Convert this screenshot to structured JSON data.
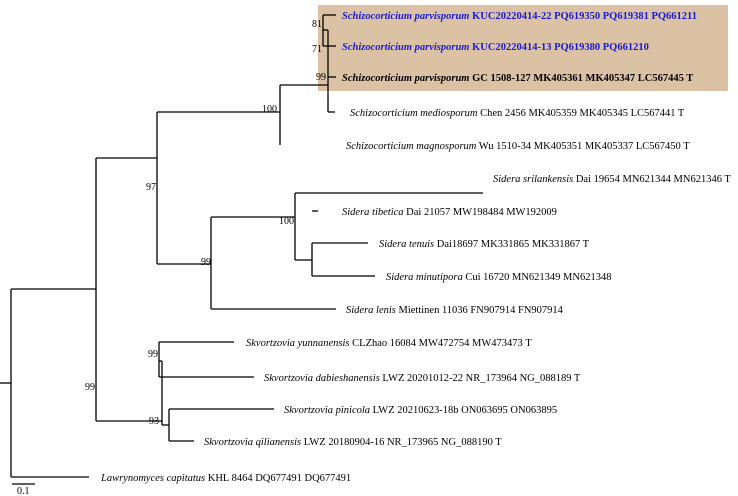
{
  "highlight_color": "#dcc2a4",
  "new_taxon_color": "#1a1ad6",
  "scale_bar": {
    "label": "0.1"
  },
  "taxa": [
    {
      "id": "t1",
      "species": "Schizocorticium parvisporum",
      "voucher": " KUC20220414-22 PQ619350 PQ619381 PQ661211",
      "style": "new"
    },
    {
      "id": "t2",
      "species": "Schizocorticium parvisporum",
      "voucher": " KUC20220414-13 PQ619380 PQ661210",
      "style": "new"
    },
    {
      "id": "t3",
      "species": "Schizocorticium parvisporum",
      "voucher": " GC 1508-127 MK405361 MK405347 LC567445 T",
      "style": "type"
    },
    {
      "id": "t4",
      "species": "Schizocorticium mediosporum",
      "voucher": " Chen 2456 MK405359 MK405345 LC567441 T",
      "style": "normal"
    },
    {
      "id": "t5",
      "species": "Schizocorticium magnosporum",
      "voucher": " Wu 1510-34 MK405351 MK405337 LC567450 T",
      "style": "normal"
    },
    {
      "id": "t6",
      "species": "Sidera srilankensis",
      "voucher": " Dai 19654 MN621344 MN621346 T",
      "style": "normal"
    },
    {
      "id": "t7",
      "species": "Sidera tibetica",
      "voucher": " Dai 21057 MW198484 MW192009",
      "style": "normal"
    },
    {
      "id": "t8",
      "species": "Sidera tenuis",
      "voucher": " Dai18697 MK331865 MK331867 T",
      "style": "normal"
    },
    {
      "id": "t9",
      "species": "Sidera minutipora",
      "voucher": " Cui 16720 MN621349 MN621348",
      "style": "normal"
    },
    {
      "id": "t10",
      "species": "Sidera lenis",
      "voucher": " Miettinen 11036 FN907914 FN907914",
      "style": "normal"
    },
    {
      "id": "t11",
      "species": "Skvortzovia yunnanensis",
      "voucher": " CLZhao 16084 MW472754 MW473473 T",
      "style": "normal"
    },
    {
      "id": "t12",
      "species": "Skvortzovia dabieshanensis",
      "voucher": " LWZ 20201012-22 NR_173964 NG_088189 T",
      "style": "normal"
    },
    {
      "id": "t13",
      "species": "Skvortzovia pinicola",
      "voucher": " LWZ 20210623-18b ON063695 ON063895",
      "style": "normal"
    },
    {
      "id": "t14",
      "species": "Skvortzovia qilianensis",
      "voucher": " LWZ 20180904-16 NR_173965 NG_088190 T",
      "style": "normal"
    },
    {
      "id": "t15",
      "species": "Lawrynomyces capitatus",
      "voucher": " KHL 8464 DQ677491 DQ677491",
      "style": "normal"
    }
  ],
  "support_values": [
    {
      "id": "s81",
      "label": "81"
    },
    {
      "id": "s71",
      "label": "71"
    },
    {
      "id": "s99a",
      "label": "99"
    },
    {
      "id": "s100a",
      "label": "100"
    },
    {
      "id": "s97",
      "label": "97"
    },
    {
      "id": "s100b",
      "label": "100"
    },
    {
      "id": "s99b",
      "label": "99"
    },
    {
      "id": "s99c",
      "label": "99"
    },
    {
      "id": "s99d",
      "label": "99"
    },
    {
      "id": "s93",
      "label": "93"
    }
  ]
}
